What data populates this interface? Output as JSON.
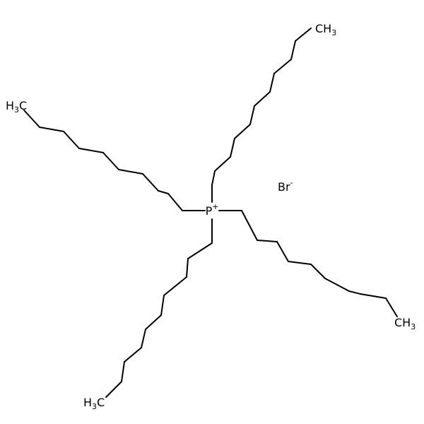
{
  "colors": {
    "bond": "#000000",
    "phosphorus": "#9a7a00",
    "text": "#000000"
  },
  "atoms": {
    "phosphorus": {
      "symbol": "P",
      "charge": "+"
    },
    "bromide": {
      "symbol": "Br",
      "charge": "-"
    },
    "methyl_top_right": {
      "symbol": "CH",
      "subscript": "3"
    },
    "methyl_left": {
      "prefix": "H",
      "subscript": "3",
      "symbol": "C"
    },
    "methyl_bottom_left": {
      "prefix": "H",
      "subscript": "3",
      "symbol": "C"
    },
    "methyl_bottom_right": {
      "symbol": "CH",
      "subscript": "3"
    }
  }
}
